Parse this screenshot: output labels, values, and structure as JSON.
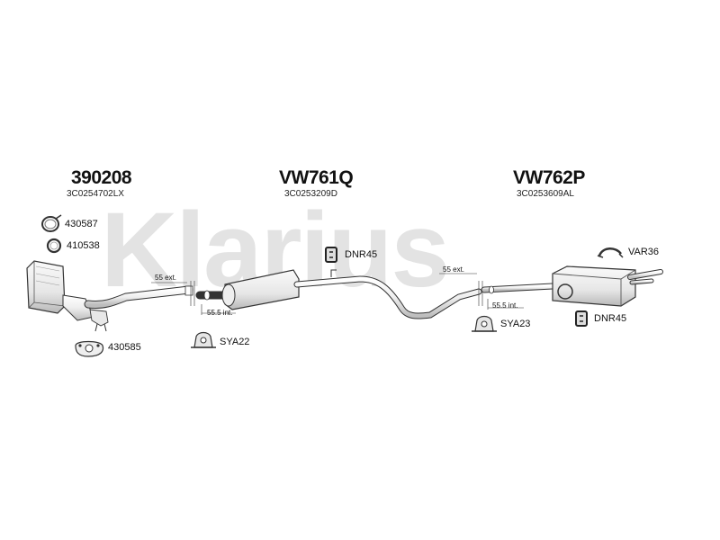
{
  "watermark": {
    "text": "Klarius",
    "color": "#e3e3e3"
  },
  "sections": [
    {
      "part_number": "390208",
      "oem_number": "3C0254702LX"
    },
    {
      "part_number": "VW761Q",
      "oem_number": "3C0253209D"
    },
    {
      "part_number": "VW762P",
      "oem_number": "3C0253609AL"
    }
  ],
  "accessories": {
    "clamp_430587": "430587",
    "ring_410538": "410538",
    "gasket_430585": "430585",
    "mount_sya22": "SYA22",
    "mount_dnr45_front": "DNR45",
    "mount_sya23": "SYA23",
    "mount_var36": "VAR36",
    "mount_dnr45_rear": "DNR45"
  },
  "dimensions": {
    "ext_front": "55 ext.",
    "int_front": "55.5 int.",
    "ext_rear": "55 ext.",
    "int_rear": "55.5 int."
  },
  "colors": {
    "line": "#333333",
    "fill": "#f4f4f4",
    "shade": "#d8d8d8"
  }
}
